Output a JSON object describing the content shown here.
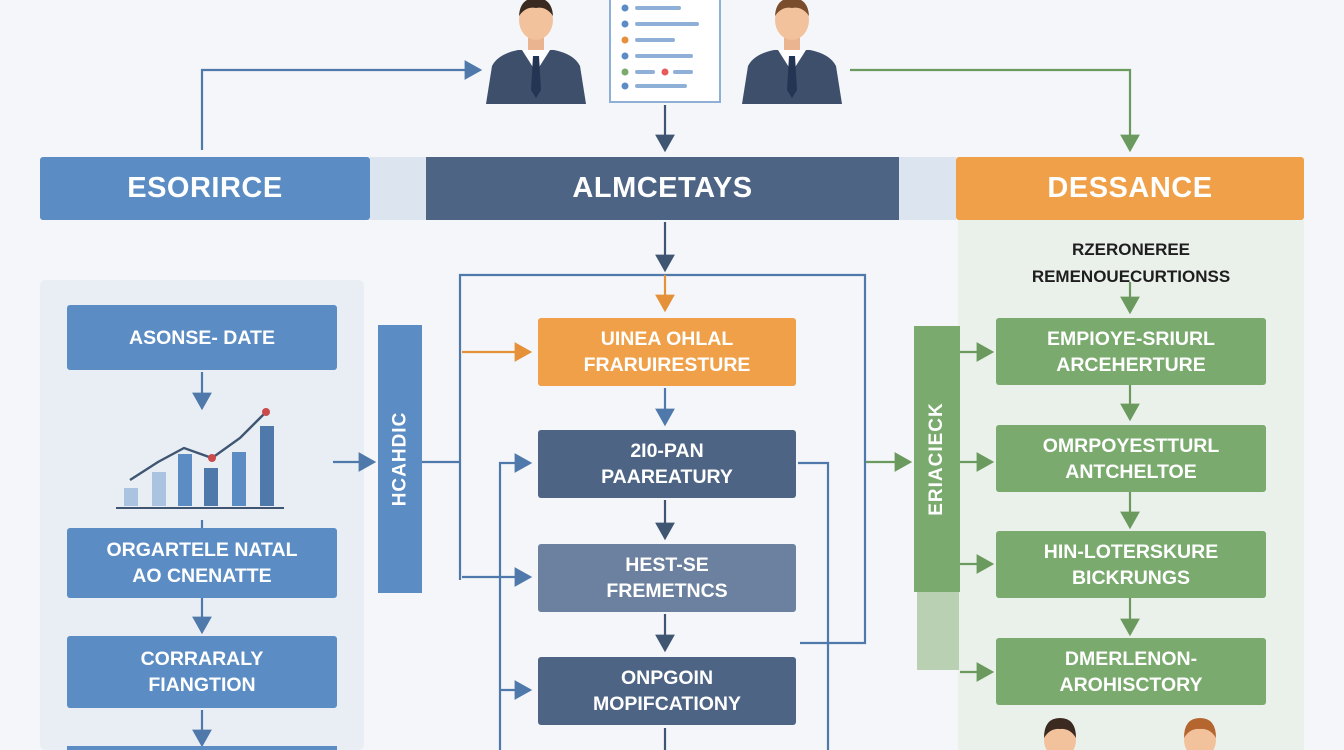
{
  "headers": {
    "source": "ESORIRCE",
    "middle": "ALMCETAYS",
    "destination": "DESSANCE"
  },
  "left_column": {
    "boxes": [
      {
        "line1": "ASONSE- DATE",
        "line2": ""
      },
      {
        "line1": "ORGARTELE NATAL",
        "line2": "AO CNENATTE"
      },
      {
        "line1": "CORRARALY",
        "line2": "FIANGTION"
      }
    ]
  },
  "left_side_label": "HCAHDIC",
  "middle_column": {
    "boxes": [
      {
        "line1": "UINEA OHLAL",
        "line2": "FRARUIRESTURE"
      },
      {
        "line1": "2I0-PAN",
        "line2": "PAAREATURY"
      },
      {
        "line1": "HEST-SE",
        "line2": "FREMETNCS"
      },
      {
        "line1": "ONPGOIN",
        "line2": "MOPIFCATIONY"
      }
    ]
  },
  "right_side_label": "ERIACIECK",
  "right_column": {
    "subheading": {
      "line1": "RZERONEREE",
      "line2": "REMENOUECURTIONSS"
    },
    "boxes": [
      {
        "line1": "EMPIOYE-SRIURL",
        "line2": "ARCEHERTURE"
      },
      {
        "line1": "OMRPOYESTTURL",
        "line2": "ANTCHELTOE"
      },
      {
        "line1": "HIN-LOTERSKURE",
        "line2": "BICKRUNGS"
      },
      {
        "line1": "DMERLENON-",
        "line2": "AROHISCTORY"
      }
    ]
  },
  "colors": {
    "source_blue": "#5b8dc4",
    "middle_navy": "#4d6485",
    "destination_orange": "#f0a048",
    "green": "#7aaa6d"
  },
  "icons": [
    "person-icon",
    "document-icon",
    "bar-chart-icon"
  ]
}
